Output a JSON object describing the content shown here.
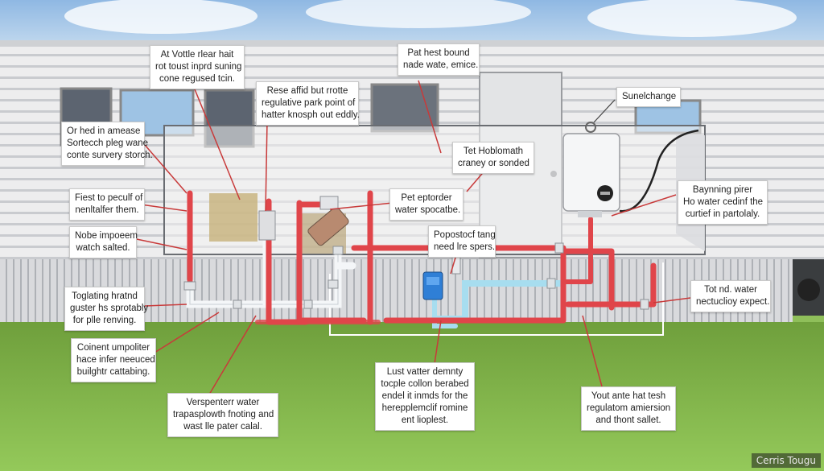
{
  "callouts": [
    {
      "id": "c1",
      "lines": [
        "At Vottle rlear hait",
        "rot toust inprd suning",
        "cone regused tcin."
      ]
    },
    {
      "id": "c2",
      "lines": [
        "Pat hest bound",
        "nade wate, emice."
      ]
    },
    {
      "id": "c3",
      "lines": [
        "Rese affid but rrotte",
        "regulative park point of",
        "hatter knosph out eddly."
      ]
    },
    {
      "id": "c4",
      "lines": [
        "Sunelchange"
      ]
    },
    {
      "id": "c5",
      "lines": [
        "Or hed in amease",
        "Sortecch pleg wane",
        "conte survery storch."
      ]
    },
    {
      "id": "c6",
      "lines": [
        "Tet Hoblomath",
        "craney or sonded"
      ]
    },
    {
      "id": "c7",
      "lines": [
        "Fiest to peculf of",
        "nenltalfer them."
      ]
    },
    {
      "id": "c8",
      "lines": [
        "Pet eptorder",
        "water spocatbe."
      ]
    },
    {
      "id": "c9",
      "lines": [
        "Baynning pirer",
        "Ho water cedinf the",
        "curtief in partolaly."
      ]
    },
    {
      "id": "c10",
      "lines": [
        "Nobe impoeem",
        "watch salted."
      ]
    },
    {
      "id": "c11",
      "lines": [
        "Popostocf tang",
        "need lre spers."
      ]
    },
    {
      "id": "c12",
      "lines": [
        "Toglating hratnd",
        "guster hs sprotably",
        "for plle renving."
      ]
    },
    {
      "id": "c13",
      "lines": [
        "Tot nd. water",
        "nectuclioy expect."
      ]
    },
    {
      "id": "c14",
      "lines": [
        "Coinent umpoliter",
        "hace infer neeuced",
        "builghtr cattabing."
      ]
    },
    {
      "id": "c15",
      "lines": [
        "Lust vatter demnty",
        "tocple collon berabed",
        "endel it inmds for the",
        "herepplemclif romine",
        "ent lioplest."
      ]
    },
    {
      "id": "c16",
      "lines": [
        "Verspenterr water",
        "trapasplowth fnoting and",
        "wast lle pater calal."
      ]
    },
    {
      "id": "c17",
      "lines": [
        "Yout ante hat tesh",
        "regulatom amiersion",
        "and thont sallet."
      ]
    }
  ],
  "watermark": "Cerris Tougu",
  "colors": {
    "hot_pipe": "#e0454a",
    "cold_pipe": "#eef3f6",
    "cold_tint": "#9fd8ea",
    "siding": "#e9eaec",
    "lawn": "#7fb24a",
    "sky": "#a9cbe8",
    "heater": "#f5f6f7",
    "valve": "#2f7fd6"
  }
}
